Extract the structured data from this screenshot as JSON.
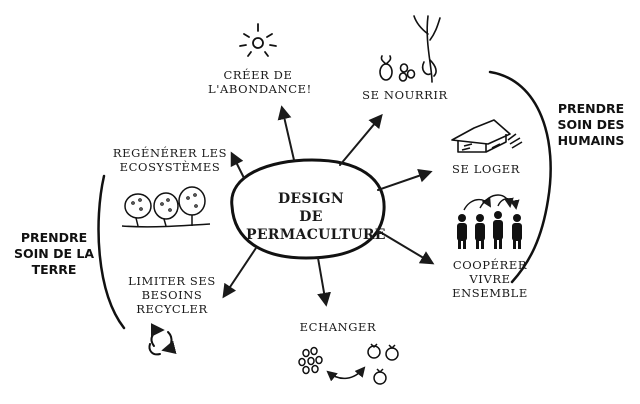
{
  "center": {
    "title": "DESIGN\nDE PERMACULTURE"
  },
  "groups": {
    "humains": "PRENDRE\nSOIN DES\nHUMAINS",
    "terre": "PRENDRE\nSOIN DE LA\nTERRE"
  },
  "nodes": {
    "abondance": "CRÉER DE\nL'ABONDANCE!",
    "nourrir": "SE NOURRIR",
    "loger": "SE LOGER",
    "cooperer": "COOPÉRER\nVIVRE ENSEMBLE",
    "echanger": "ECHANGER",
    "limiter": "LIMITER SES\nBESOINS\nRECYCLER",
    "regenerer": "REGÉNÉRER LES\nECOSYSTÈMES"
  },
  "icons": [
    "sun-icon",
    "vegetables-icon",
    "house-icon",
    "people-icon",
    "exchange-icon",
    "recycle-icon",
    "trees-icon"
  ]
}
